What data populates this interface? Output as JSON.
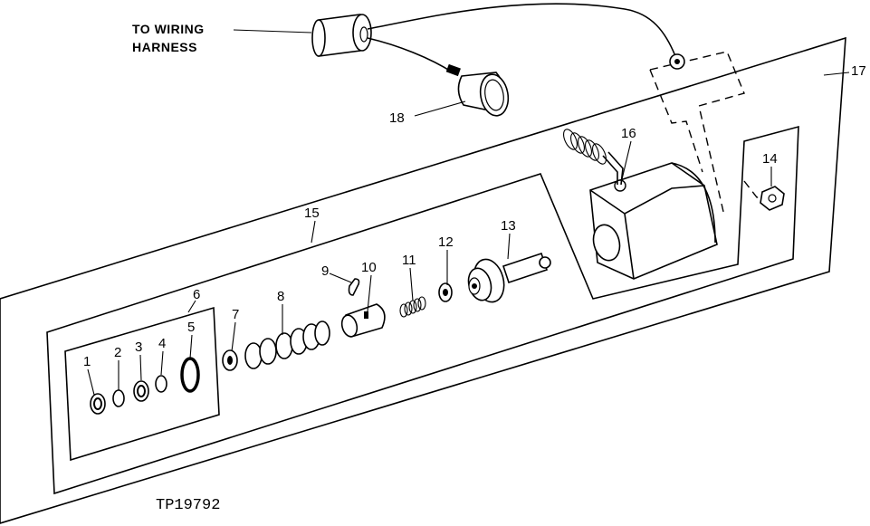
{
  "diagram": {
    "wiring_label_line1": "TO WIRING",
    "wiring_label_line2": "HARNESS",
    "figure_id": "TP19792",
    "callouts": {
      "c1": "1",
      "c2": "2",
      "c3": "3",
      "c4": "4",
      "c5": "5",
      "c6": "6",
      "c7": "7",
      "c8": "8",
      "c9": "9",
      "c10": "10",
      "c11": "11",
      "c12": "12",
      "c13": "13",
      "c14": "14",
      "c15": "15",
      "c16": "16",
      "c17": "17",
      "c18": "18"
    }
  }
}
